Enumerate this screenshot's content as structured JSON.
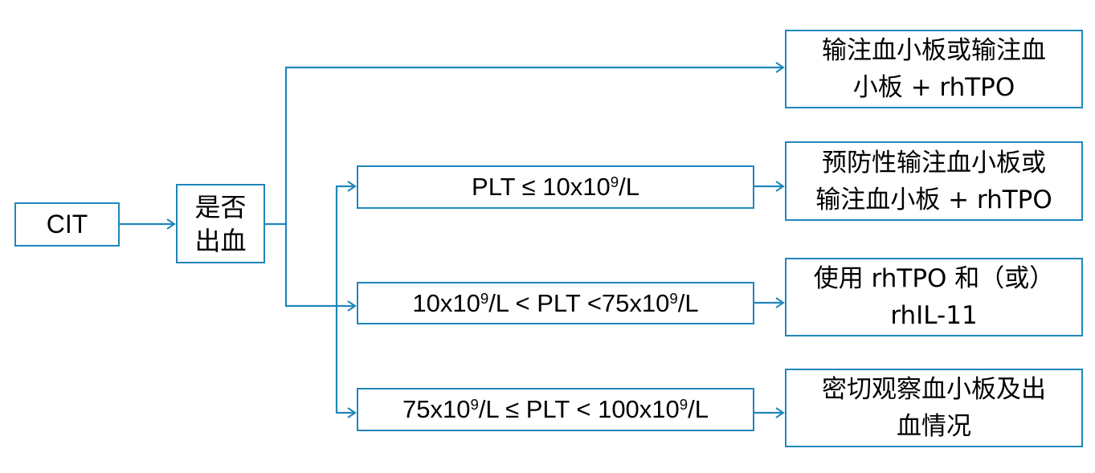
{
  "colors": {
    "line": "#1f86bb",
    "text": "#000000",
    "background": "#ffffff"
  },
  "nodes": {
    "start": {
      "label": "CIT"
    },
    "question": {
      "line1": "是否",
      "line2": "出血"
    },
    "conditions": [
      {
        "parts": [
          "PLT ≤ 10x10",
          "9",
          "/L"
        ]
      },
      {
        "parts": [
          "10x10",
          "9",
          "/L < PLT <75x10",
          "9",
          "/L"
        ]
      },
      {
        "parts": [
          "75x10",
          "9",
          "/L ≤ PLT < 100x10",
          "9",
          "/L"
        ]
      }
    ],
    "results": [
      {
        "line1": "输注血小板或输注血",
        "line2": "小板 + rhTPO"
      },
      {
        "line1": "预防性输注血小板或",
        "line2": "输注血小板 + rhTPO"
      },
      {
        "line1": "使用 rhTPO 和（或）",
        "line2": "rhIL-11"
      },
      {
        "line1": "密切观察血小板及出",
        "line2": "血情况"
      }
    ]
  },
  "edges": [
    {
      "from": "start",
      "to": "question"
    },
    {
      "from": "question",
      "to": "results.0",
      "meaning": "bleeding"
    },
    {
      "from": "question",
      "to": "conditions",
      "meaning": "no bleeding"
    },
    {
      "from": "conditions.0",
      "to": "results.1"
    },
    {
      "from": "conditions.1",
      "to": "results.2"
    },
    {
      "from": "conditions.2",
      "to": "results.3"
    }
  ]
}
